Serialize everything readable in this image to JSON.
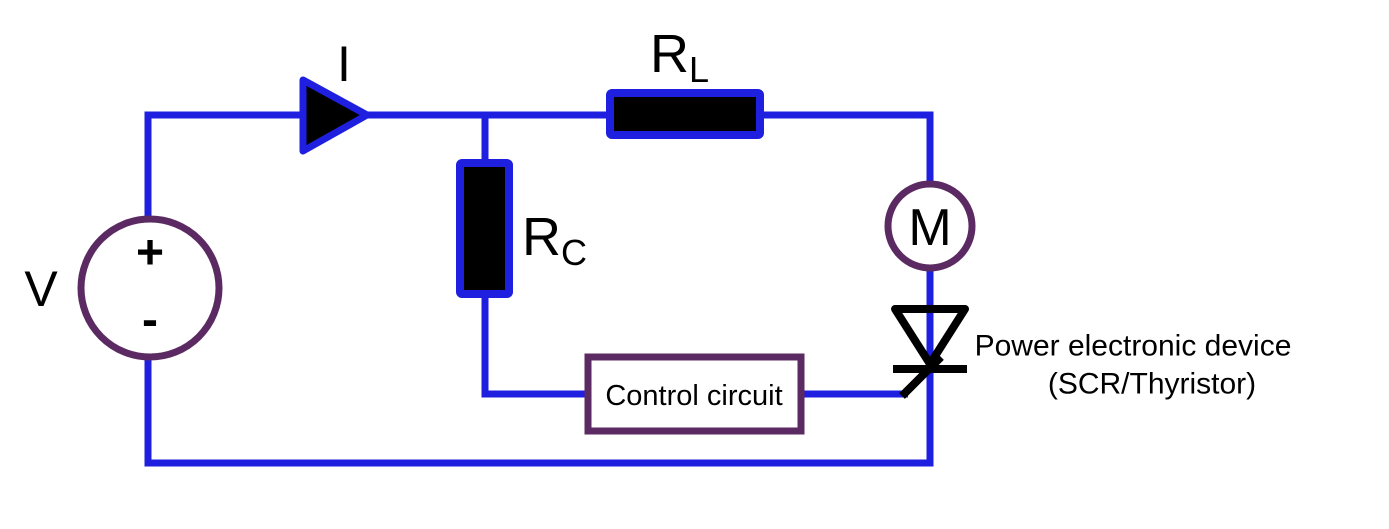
{
  "colors": {
    "wire": "#1F1FE0",
    "outline": "#5C2A62",
    "symbol": "#000000",
    "text": "#000000",
    "background": "#FFFFFF"
  },
  "source": {
    "label": "V",
    "plus": "+",
    "minus": "-"
  },
  "current": {
    "label": "I"
  },
  "load_resistor": {
    "label": "R",
    "subscript": "L"
  },
  "control_resistor": {
    "label": "R",
    "subscript": "C"
  },
  "motor": {
    "label": "M"
  },
  "control_circuit": {
    "label": "Control circuit"
  },
  "power_device": {
    "line1": "Power electronic device",
    "line2": "(SCR/Thyristor)"
  }
}
